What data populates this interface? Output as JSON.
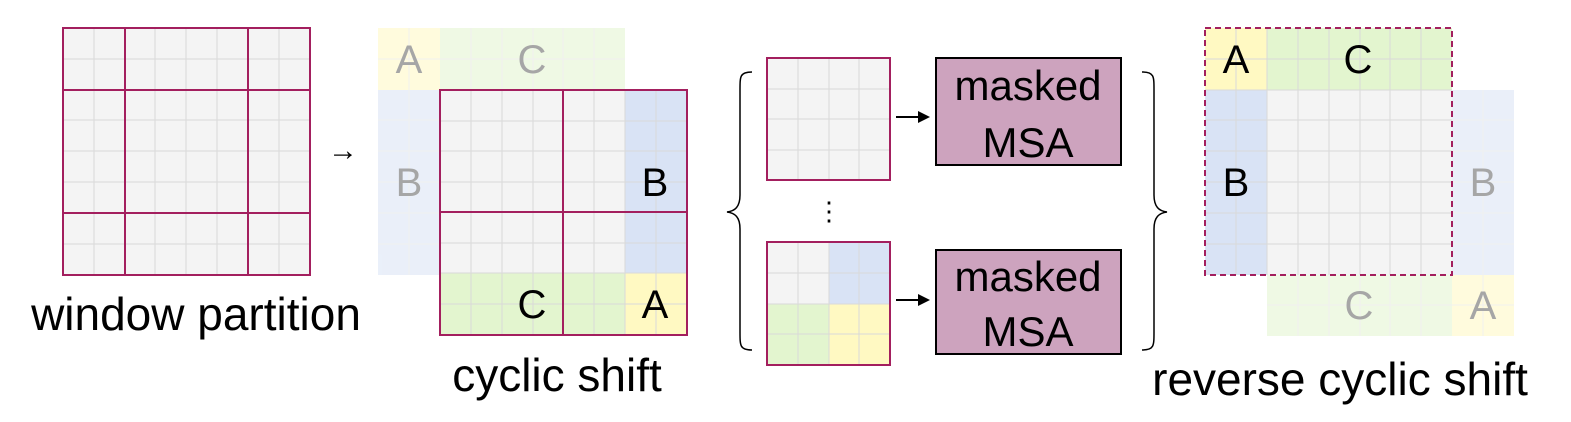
{
  "labels": {
    "window_partition": "window partition",
    "cyclic_shift": "cyclic shift",
    "reverse_cyclic_shift": "reverse cyclic shift",
    "letter_a": "A",
    "letter_b": "B",
    "letter_c": "C",
    "msa_line1": "masked",
    "msa_line2": "MSA",
    "vertical_ellipsis": "⋮",
    "arrow": "→"
  },
  "colors": {
    "cell_fill": "#f4f4f4",
    "cell_line": "#d9d9d9",
    "window_border": "#a31f5e",
    "region_a": "#fff9c2",
    "region_b": "#d9e3f5",
    "region_c": "#e3f5cf",
    "msa_fill": "#cda3be",
    "ghost_text": "#a6a6a6",
    "text": "#000000"
  }
}
